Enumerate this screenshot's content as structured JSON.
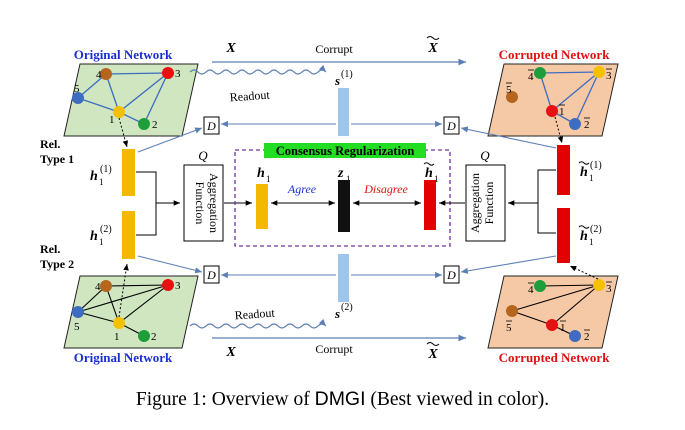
{
  "labels": {
    "original_network": "Original Network",
    "corrupted_network": "Corrupted Network",
    "x": "X",
    "x_tilde": "X",
    "corrupt": "Corrupt",
    "readout": "Readout",
    "s1_base": "s",
    "s1_sup": "(1)",
    "s2_base": "s",
    "s2_sup": "(2)",
    "d": "D",
    "q": "Q",
    "consensus": "Consensus Regularization",
    "agree": "Agree",
    "disagree": "Disagree",
    "h1_base": "h",
    "h1_sub": "1",
    "z1_base": "z",
    "z1_sub": "1",
    "rel_type1_line1": "Rel.",
    "rel_type1_line2": "Type 1",
    "rel_type2_line1": "Rel.",
    "rel_type2_line2": "Type 2",
    "h_sub": "1",
    "sup1": "(1)",
    "sup2": "(2)",
    "agg_line1": "Aggregation",
    "agg_line2": "Function"
  },
  "node_labels": {
    "n1": "1",
    "n2": "2",
    "n3": "3",
    "n4": "4",
    "n5": "5"
  },
  "caption": {
    "prefix": "Figure 1: Overview of ",
    "name": "DMGI",
    "suffix": " (Best viewed in color)."
  },
  "colors": {
    "blue_label": "#1a2fd0",
    "red_label": "#e01010",
    "green_fill": "#cfe6c0",
    "orange_fill": "#f6c9a6",
    "yellow_bar": "#f5b800",
    "red_bar": "#e30000",
    "black_bar": "#111111",
    "light_blue_bar": "#9ec6ea",
    "consensus_green": "#22dd22",
    "dashed_purple": "#7030a0",
    "arrow_blue": "#5b7fb5",
    "node_brown": "#b5651d",
    "node_red": "#e81010",
    "node_yellow": "#f5c000",
    "node_green": "#1e9e3a",
    "node_blue": "#3d6cc0"
  }
}
